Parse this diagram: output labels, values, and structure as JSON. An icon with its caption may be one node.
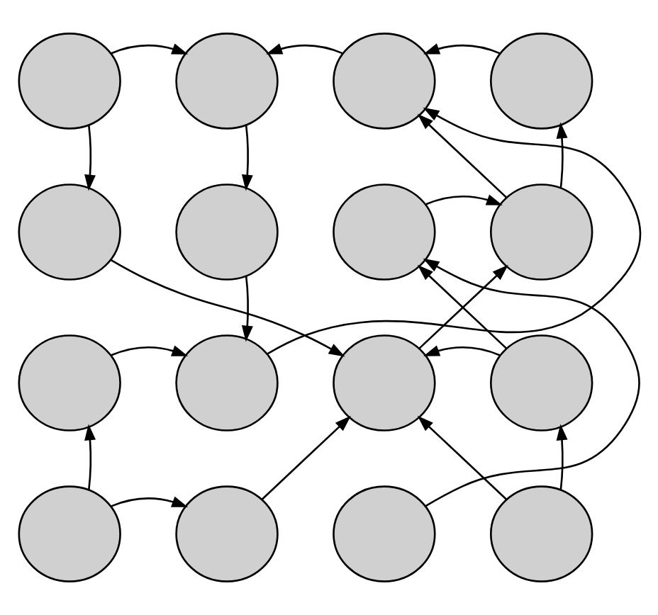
{
  "diagram": {
    "nodes": [
      {
        "text": [],
        "shape": "blob"
      },
      {
        "text": [],
        "shape": "blob"
      },
      {
        "text": [],
        "shape": "blob"
      },
      {
        "text": [],
        "shape": "blob"
      },
      {
        "text": [],
        "shape": "blob"
      },
      {
        "text": [],
        "shape": "blob"
      },
      {
        "text": [],
        "shape": "blob"
      },
      {
        "text": [],
        "shape": "blob"
      },
      {
        "text": [],
        "shape": "blob"
      },
      {
        "text": [],
        "shape": "blob"
      },
      {
        "text": [],
        "shape": "blob"
      },
      {
        "text": [],
        "shape": "blob"
      },
      {
        "text": [],
        "shape": "blob"
      },
      {
        "text": [],
        "shape": "blob"
      },
      {
        "text": [],
        "shape": "blob"
      },
      {
        "text": [],
        "shape": "blob"
      }
    ],
    "edges": [
      {
        "from": 0,
        "to": 1,
        "arrow": "to"
      },
      {
        "from": 0,
        "to": 4,
        "arrow": "to"
      },
      {
        "from": 1,
        "to": 5,
        "arrow": "to"
      },
      {
        "from": 2,
        "to": 1,
        "arrow": "to"
      },
      {
        "from": 3,
        "to": 2,
        "arrow": "to"
      },
      {
        "from": 9,
        "to": 2,
        "arrow": "to"
      },
      {
        "from": 7,
        "to": 2,
        "arrow": "to"
      },
      {
        "from": 7,
        "to": 3,
        "arrow": "to"
      },
      {
        "from": 6,
        "to": 7,
        "arrow": "to"
      },
      {
        "from": 10,
        "to": 7,
        "arrow": "to"
      },
      {
        "from": 14,
        "to": 6,
        "arrow": "to"
      },
      {
        "from": 11,
        "to": 6,
        "arrow": "to"
      },
      {
        "from": 11,
        "to": 10,
        "arrow": "to"
      },
      {
        "from": 15,
        "to": 10,
        "arrow": "to"
      },
      {
        "from": 15,
        "to": 11,
        "arrow": "to"
      },
      {
        "from": 13,
        "to": 10,
        "arrow": "to"
      },
      {
        "from": 4,
        "to": 10,
        "arrow": "to"
      },
      {
        "from": 5,
        "to": 9,
        "arrow": "to"
      },
      {
        "from": 8,
        "to": 9,
        "arrow": "to"
      },
      {
        "from": 12,
        "to": 8,
        "arrow": "to"
      },
      {
        "from": 12,
        "to": 13,
        "arrow": "to"
      }
    ]
  }
}
